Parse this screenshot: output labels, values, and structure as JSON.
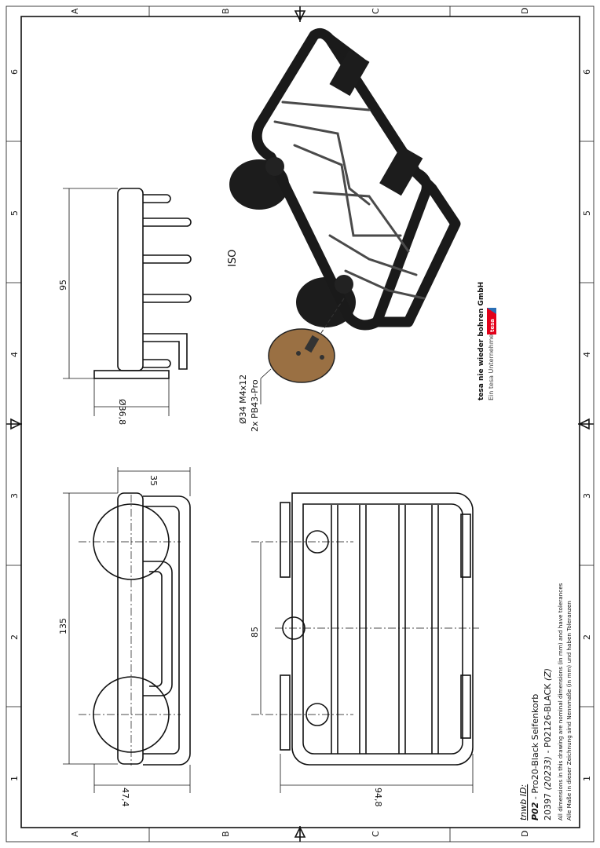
{
  "frame": {
    "zones_letters": [
      "A",
      "B",
      "C",
      "D"
    ],
    "zones_numbers": [
      "1",
      "2",
      "3",
      "4",
      "5",
      "6"
    ]
  },
  "views": {
    "iso_label": "ISO",
    "screw_note_1": "Ø34 M4x12",
    "screw_note_2": "2x PB43-Pro"
  },
  "dimensions": {
    "side_height": "95",
    "side_diameter": "Ø36,8",
    "front_depth": "35",
    "front_length": "135",
    "front_width": "47,4",
    "plan_spacing": "85",
    "plan_width": "94,8"
  },
  "company": {
    "name": "tesa nie wieder bohren GmbH",
    "subtitle": "Ein tesa Unternehmen",
    "logo_text": "tesa",
    "logo_color": "#e2001a"
  },
  "title_block": {
    "id_label": "tnwb ID:",
    "line1_code": "P02",
    "line1_text": " - Pro20-Black Seifenkorb",
    "line2_a": "20397 ",
    "line2_b": "(20233)",
    "line2_c": " - P02126-BLACK ",
    "line2_d": "(Z)",
    "note_en": "All dimensions in this drawing are nominal dimensions (in mm) and have tolerances",
    "note_de": "Alle Maße in dieser Zeichnung sind Nennmaße (in mm) und haben Toleranzen"
  }
}
